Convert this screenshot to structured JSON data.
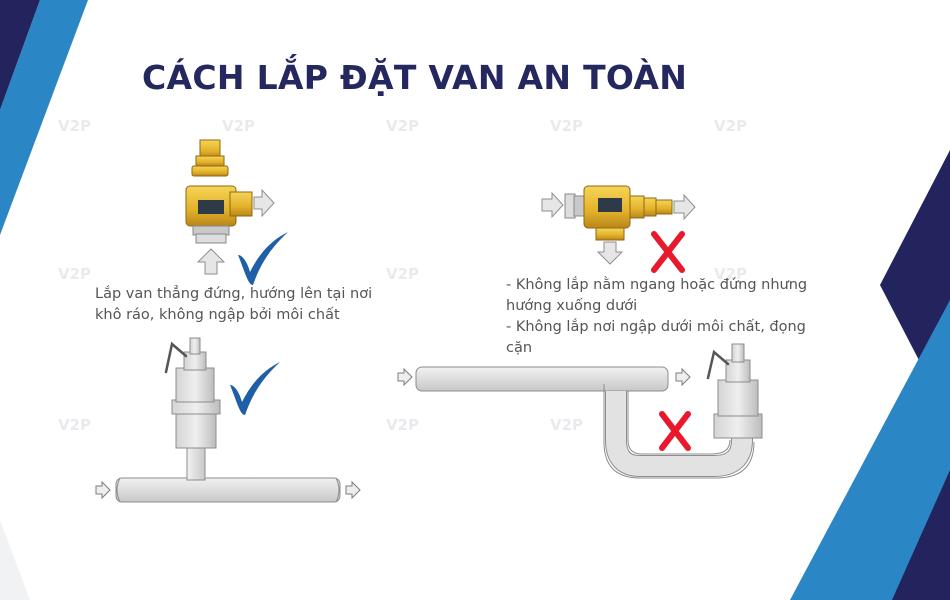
{
  "title": "CÁCH LẮP ĐẶT VAN AN TOÀN",
  "watermark": "V2P",
  "captions": {
    "correct_upright": [
      "Lắp van thẳng đứng, hướng lên tại nơi",
      "khô ráo, không ngập bởi môi chất"
    ],
    "incorrect": [
      "- Không lắp nằm ngang hoặc đứng nhưng",
      "hướng xuống dưới",
      "- Không lắp nơi ngập dưới môi chất, đọng",
      "cặn"
    ]
  },
  "colors": {
    "title": "#24285f",
    "navy": "#23245e",
    "blue": "#2b86c5",
    "check": "#1f5fa8",
    "cross": "#e8192c",
    "brass": "#e5b42a",
    "pipe": "#dcdcdc"
  },
  "icons": [
    "check-icon",
    "cross-icon",
    "flow-arrow-icon"
  ]
}
